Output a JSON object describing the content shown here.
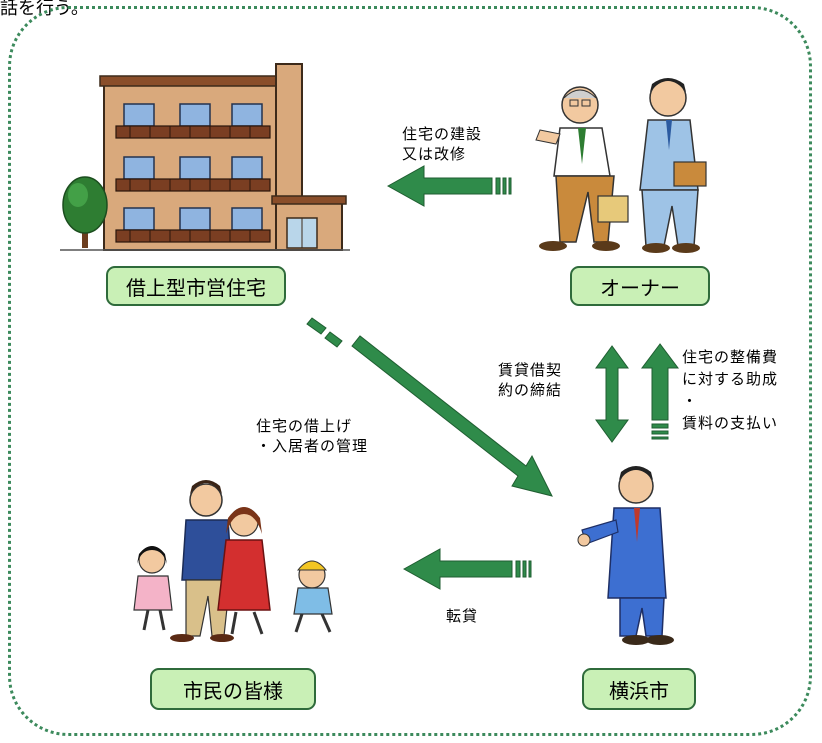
{
  "header_fragment": "話を行う。",
  "nodes": {
    "housing": "借上型市営住宅",
    "owner": "オーナー",
    "citizens": "市民の皆様",
    "city": "横浜市"
  },
  "captions": {
    "owner_to_housing": "住宅の建設\n又は改修",
    "contract": "賃貸借契\n約の締結",
    "subsidy": "住宅の整備費\nに対する助成\n・\n賃料の支払い",
    "lease_manage": "住宅の借上げ\n・入居者の管理",
    "sublease": "転貸"
  },
  "colors": {
    "arrow": "#2f8b4a",
    "label_fill": "#c9f0b6",
    "frame": "#3c8a5c"
  }
}
